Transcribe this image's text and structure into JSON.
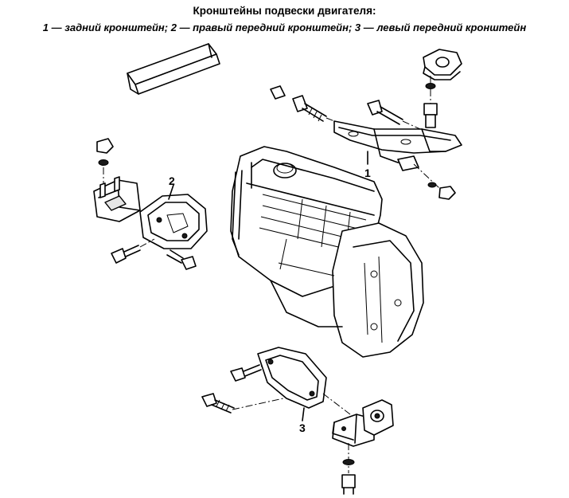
{
  "caption": {
    "title": "Кронштейны подвески двигателя:",
    "legend": "1 — задний кронштейн; 2 — правый передний кронштейн; 3 — левый передний кронштейн"
  },
  "callouts": {
    "rear_bracket": "1",
    "right_front_bracket": "2",
    "left_front_bracket": "3"
  }
}
